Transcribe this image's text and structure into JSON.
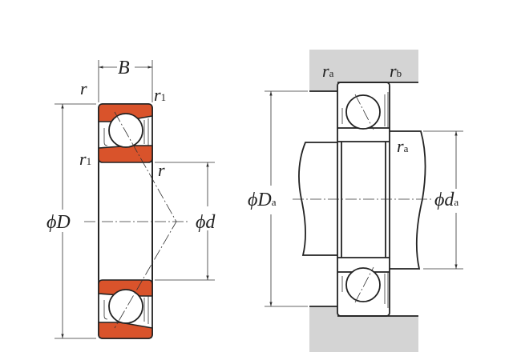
{
  "colors": {
    "ring": "#d9532b",
    "housing": "#d4d4d4",
    "line": "#222222"
  },
  "left_diagram": {
    "B": "B",
    "r_top_left": "r",
    "r1_top_right": {
      "main": "r",
      "sub": "1"
    },
    "r1_mid_left": {
      "main": "r",
      "sub": "1"
    },
    "r_mid_right": "r",
    "phi_D": "ϕD",
    "phi_d": "ϕd"
  },
  "right_diagram": {
    "ra_top": {
      "main": "r",
      "sub": "a"
    },
    "rb_top": {
      "main": "r",
      "sub": "b"
    },
    "ra_shaft": {
      "main": "r",
      "sub": "a"
    },
    "phi_Da": {
      "main": "ϕD",
      "sub": "a"
    },
    "phi_da": {
      "main": "ϕd",
      "sub": "a"
    }
  }
}
